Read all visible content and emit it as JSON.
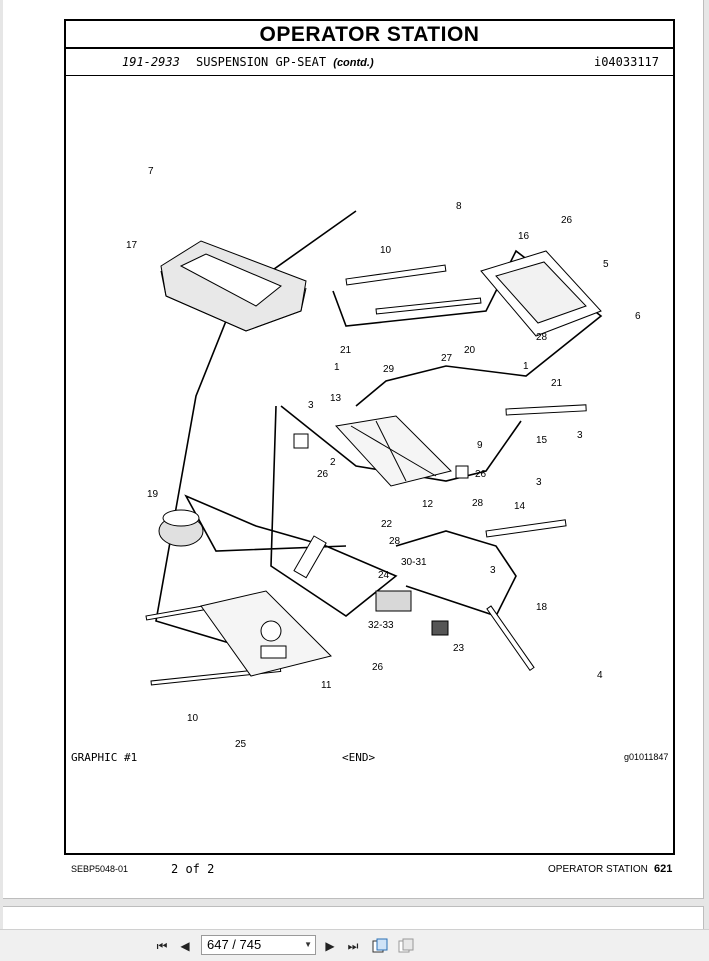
{
  "document": {
    "section_title": "OPERATOR STATION",
    "part_number": "191-2933",
    "part_name": "SUSPENSION GP-SEAT",
    "contd": "(contd.)",
    "illustration_ref": "i04033117",
    "graphic_label": "GRAPHIC #1",
    "end_marker": "<END>",
    "graphic_ref": "g01011847",
    "doc_number": "SEBP5048-01",
    "sheet": "2 of 2",
    "footer_section": "OPERATOR STATION",
    "page_number": "621"
  },
  "callouts": [
    "7",
    "17",
    "10",
    "8",
    "26",
    "16",
    "5",
    "6",
    "21",
    "1",
    "29",
    "27",
    "20",
    "28",
    "1",
    "21",
    "3",
    "13",
    "9",
    "2",
    "26",
    "26",
    "15",
    "3",
    "19",
    "12",
    "22",
    "28",
    "28",
    "3",
    "14",
    "3",
    "30-31",
    "24",
    "18",
    "32-33",
    "23",
    "26",
    "11",
    "4",
    "10",
    "25"
  ],
  "viewer": {
    "page_indicator": "647 / 745",
    "first_icon": "first-page-icon",
    "prev_icon": "prev-page-icon",
    "next_icon": "next-page-icon",
    "last_icon": "last-page-icon"
  }
}
